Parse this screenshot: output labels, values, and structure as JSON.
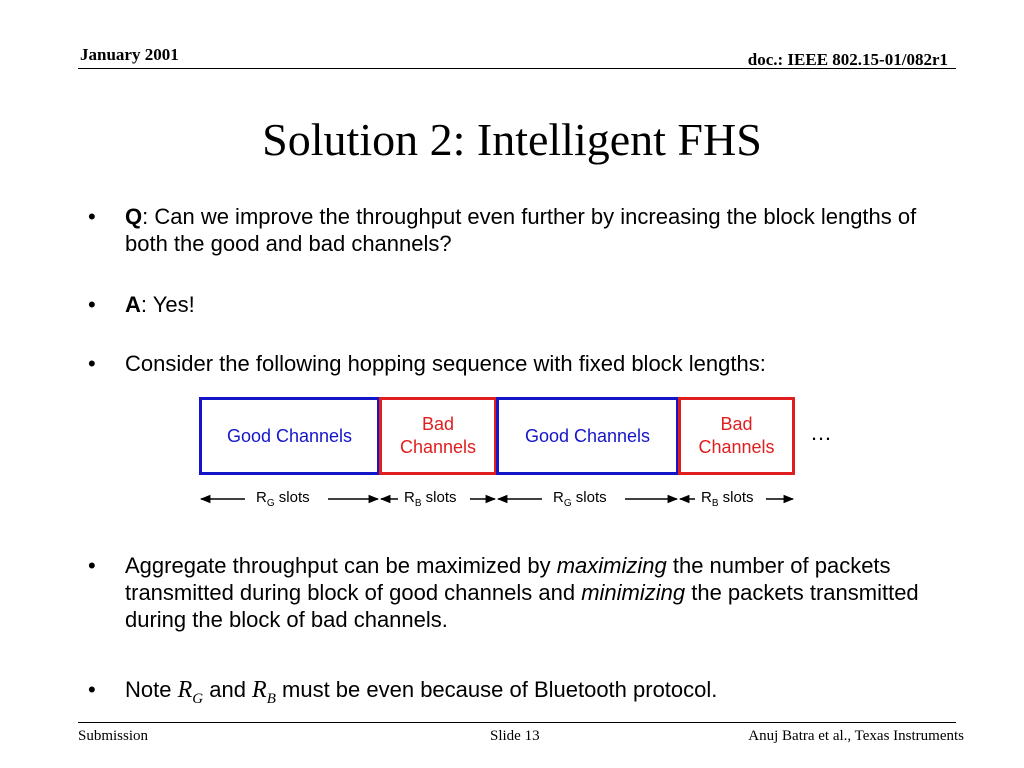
{
  "header": {
    "date": "January 2001",
    "doc_id": "doc.: IEEE 802.15-01/082r1"
  },
  "title": "Solution 2: Intelligent FHS",
  "bullets": {
    "q": {
      "marker": "Q",
      "text": ": Can we improve the throughput even further by increasing the block lengths of both the good and bad channels?"
    },
    "a": {
      "marker": "A",
      "text": ": Yes!"
    },
    "consider": "Consider the following hopping sequence with fixed block lengths:",
    "aggregate": {
      "part1": "Aggregate throughput can be maximized by ",
      "em1": "maximizing",
      "part2": " the number of packets transmitted during block of good channels and ",
      "em2": "minimizing",
      "part3": " the packets transmitted during the block of bad channels."
    },
    "note": {
      "part1": "Note ",
      "var1": "R",
      "var1_sub": "G",
      "part2": " and ",
      "var2": "R",
      "var2_sub": "B",
      "part3": " must be even because of Bluetooth protocol."
    }
  },
  "diagram": {
    "blocks": [
      {
        "label": "Good Channels",
        "kind": "good"
      },
      {
        "label": "Bad Channels",
        "kind": "bad"
      },
      {
        "label": "Good Channels",
        "kind": "good"
      },
      {
        "label": "Bad Channels",
        "kind": "bad"
      }
    ],
    "ellipsis": "…",
    "slot_labels": [
      {
        "r": "R",
        "sub": "G",
        "suffix": " slots"
      },
      {
        "r": "R",
        "sub": "B",
        "suffix": " slots"
      },
      {
        "r": "R",
        "sub": "G",
        "suffix": " slots"
      },
      {
        "r": "R",
        "sub": "B",
        "suffix": " slots"
      }
    ],
    "colors": {
      "good": "#1515c8",
      "bad": "#e01e1e"
    }
  },
  "footer": {
    "left": "Submission",
    "center": "Slide 13",
    "right": "Anuj Batra et al., Texas Instruments"
  }
}
